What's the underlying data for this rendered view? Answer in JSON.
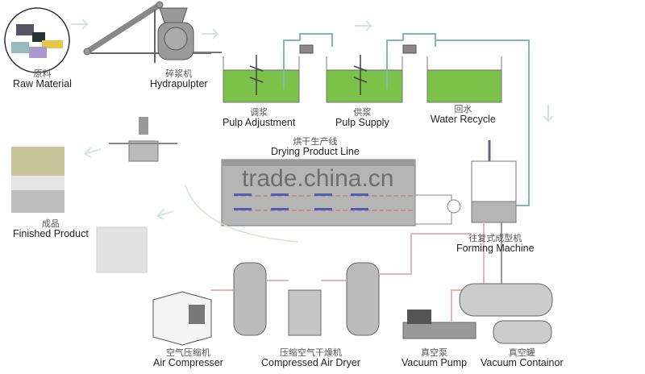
{
  "title": "Pulp Molding Production Line Flow",
  "watermark": "trade.china.cn",
  "stations": {
    "raw_material": {
      "zh": "原料",
      "en": "Raw Material"
    },
    "hydrapulpter": {
      "zh": "碎浆机",
      "en": "Hydrapulpter"
    },
    "pulp_adjustment": {
      "zh": "调浆",
      "en": "Pulp Adjustment"
    },
    "pulp_supply": {
      "zh": "供浆",
      "en": "Pulp Supply"
    },
    "water_recycle": {
      "zh": "回水",
      "en": "Water Recycle"
    },
    "drying_line": {
      "zh": "烘干生产线",
      "en": "Drying Product Line"
    },
    "forming_machine": {
      "zh": "往复式成型机",
      "en": "Forming Machine"
    },
    "finished_product": {
      "zh": "成品",
      "en": "Finished Product"
    },
    "air_compressor": {
      "zh": "空气压缩机",
      "en": "Air Compresser"
    },
    "air_dryer": {
      "zh": "压缩空气干燥机",
      "en": "Compressed Air Dryer"
    },
    "vacuum_pump": {
      "zh": "真空泵",
      "en": "Vacuum Pump"
    },
    "vacuum_container": {
      "zh": "真空罐",
      "en": "Vacuum Containor"
    }
  },
  "colors": {
    "pulp_green": "#7cc24a",
    "machine_gray": "#b5b5b5",
    "pipe_teal": "#7fb9b2",
    "pipe_pink": "#e3b6b6"
  }
}
